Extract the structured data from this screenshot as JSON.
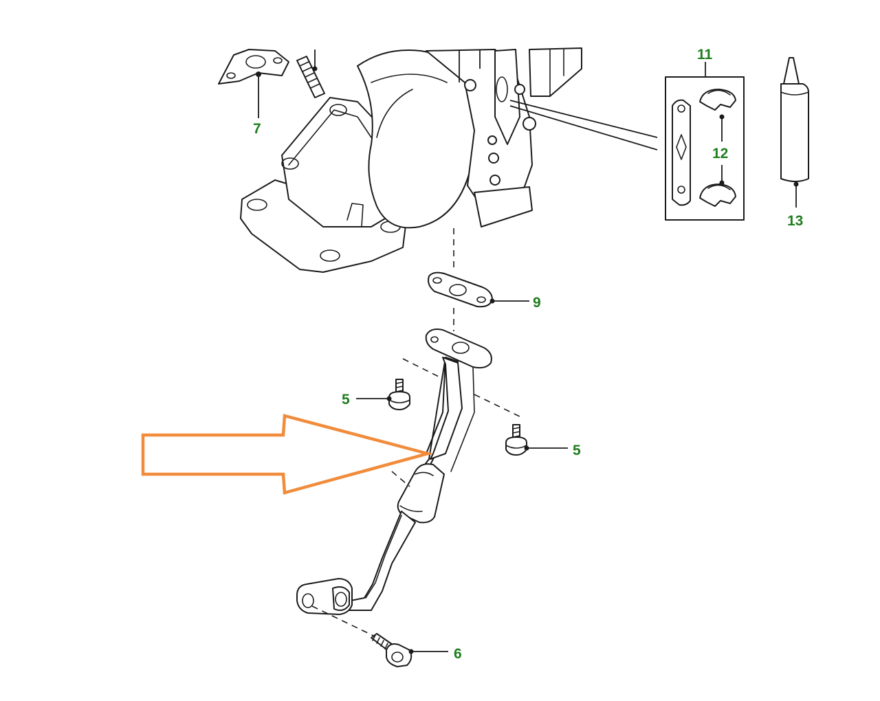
{
  "colors": {
    "callout_text": "#1e7d1e",
    "line": "#1a1a1a",
    "highlight_arrow": "#f08c3c",
    "background": "#ffffff"
  },
  "callouts": {
    "c5a": "5",
    "c5b": "5",
    "c6": "6",
    "c7": "7",
    "c9": "9",
    "c11": "11",
    "c12": "12",
    "c13": "13"
  }
}
